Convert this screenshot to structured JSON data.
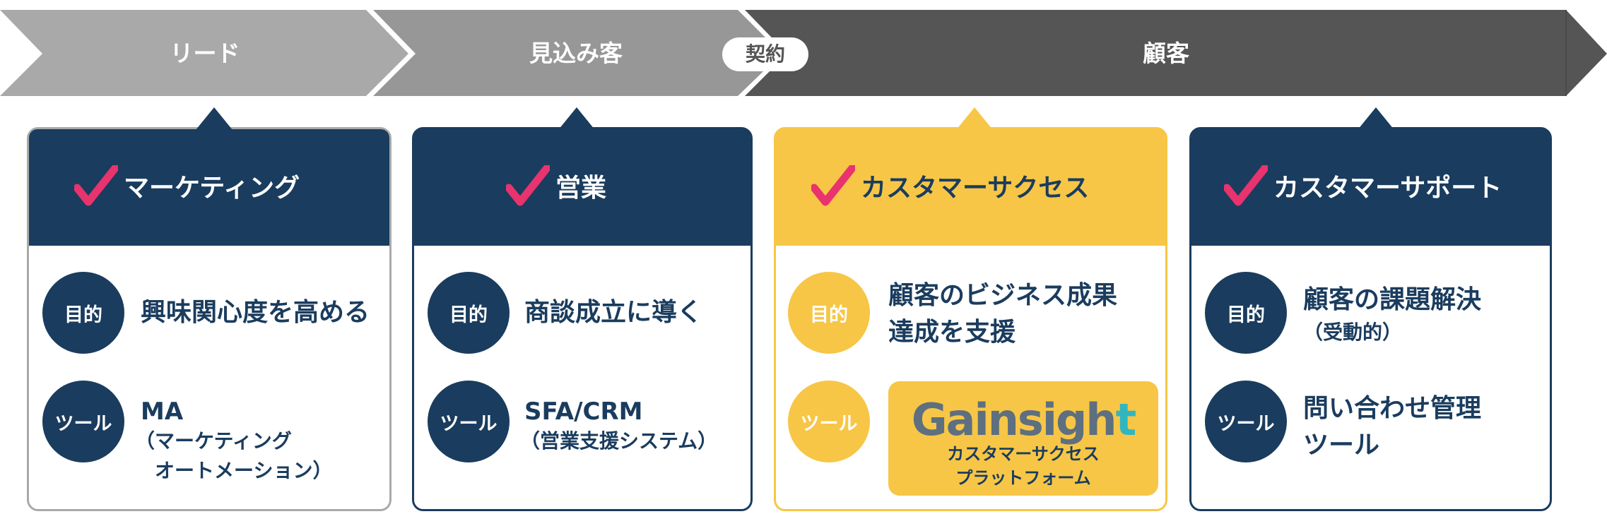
{
  "stages": [
    {
      "label": "リード"
    },
    {
      "label": "見込み客"
    },
    {
      "label": "顧客"
    }
  ],
  "contract_label": "契約",
  "colors": {
    "navy": "#1a3c5e",
    "yellow": "#f7c646",
    "pink": "#e8336e",
    "gray_light": "#a9a9a9",
    "gray_mid": "#979797",
    "gray_dark": "#555555"
  },
  "icons": {
    "check": "check-icon"
  },
  "cards": [
    {
      "title": "マーケティング",
      "purpose_label": "目的",
      "purpose": [
        "興味関心度を高める"
      ],
      "tool_label": "ツール",
      "tool_main": "MA",
      "tool_sub": [
        "（マーケティング",
        "　オートメーション）"
      ]
    },
    {
      "title": "営業",
      "purpose_label": "目的",
      "purpose": [
        "商談成立に導く"
      ],
      "tool_label": "ツール",
      "tool_main": "SFA/CRM",
      "tool_sub": [
        "（営業支援システム）"
      ]
    },
    {
      "title": "カスタマーサクセス",
      "purpose_label": "目的",
      "purpose": [
        "顧客のビジネス成果",
        "達成を支援"
      ],
      "tool_label": "ツール",
      "tool_logo_main": "Gainsigh",
      "tool_logo_accent": "t",
      "tool_caption": [
        "カスタマーサクセス",
        "プラットフォーム"
      ]
    },
    {
      "title": "カスタマーサポート",
      "purpose_label": "目的",
      "purpose": [
        "顧客の課題解決"
      ],
      "purpose_sub": "（受動的）",
      "tool_label": "ツール",
      "tool_main_lines": [
        "問い合わせ管理",
        "ツール"
      ]
    }
  ]
}
